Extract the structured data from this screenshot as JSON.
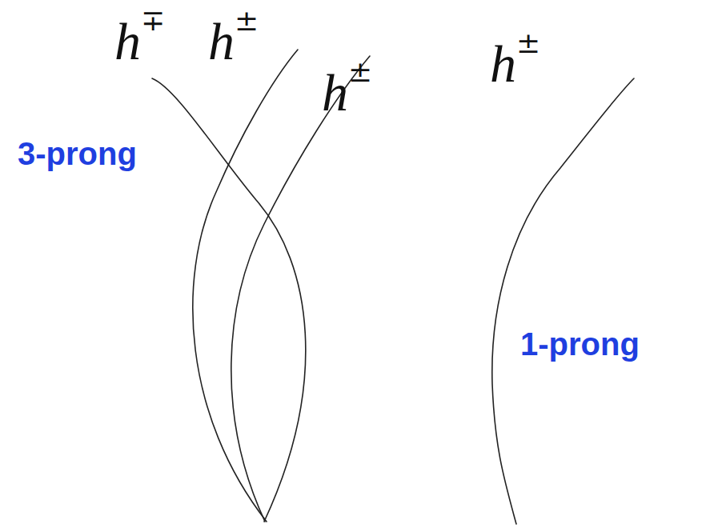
{
  "diagram": {
    "labels": [
      "h∓",
      "h±",
      "h±",
      "3-prong",
      "h±",
      "1-prong"
    ]
  }
}
